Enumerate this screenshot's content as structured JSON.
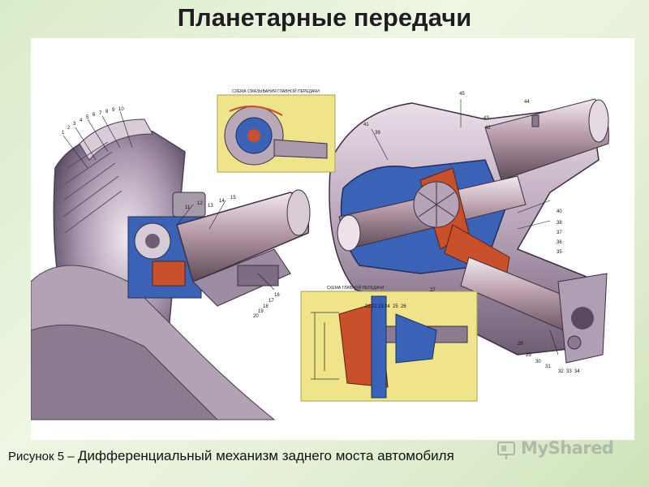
{
  "slide": {
    "title": "Планетарные передачи",
    "caption_lead": "Рисунок 5 –",
    "caption_text": "Дифференциальный механизм заднего моста автомобиля"
  },
  "figure": {
    "inset_top_label": "СХЕМА СМАЗЫВАНИЯ ГЛАВНОЙ ПЕРЕДАЧИ",
    "inset_bottom_label": "СХЕМА ГЛАВНОЙ ПЕРЕДАЧИ",
    "callouts_left": [
      "1",
      "2",
      "3",
      "4",
      "5",
      "6",
      "7",
      "8",
      "9",
      "10",
      "11",
      "12",
      "13",
      "14",
      "15",
      "16",
      "17",
      "18",
      "19",
      "20"
    ],
    "callouts_right": [
      "21",
      "22",
      "23",
      "24",
      "25",
      "26",
      "27",
      "28",
      "29",
      "30",
      "31",
      "32",
      "33",
      "34",
      "35",
      "36",
      "37",
      "38",
      "39",
      "40",
      "41",
      "42",
      "43",
      "44",
      "45"
    ]
  },
  "watermark": {
    "text": "MyShared"
  },
  "colors": {
    "metal": "#c9b6c8",
    "metal_dark": "#7a6a80",
    "cutaway_blue": "#3a63b8",
    "cutaway_red": "#c8502a",
    "inset_yellow": "#efe48a"
  }
}
